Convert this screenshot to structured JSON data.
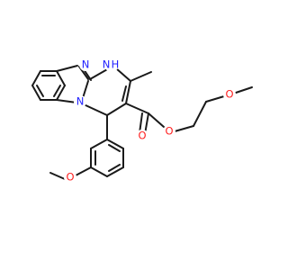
{
  "molecule": {
    "atoms": {
      "n_imidazole": {
        "text": "N",
        "color": "#2222ff"
      },
      "nh": {
        "text": "H",
        "color": "#2222ff"
      },
      "n_bridge": {
        "text": "N",
        "color": "#2222ff"
      },
      "o_aryl": {
        "text": "O",
        "color": "#ff2020"
      },
      "o_carbonyl": {
        "text": "O",
        "color": "#ff2020"
      },
      "o_ester": {
        "text": "O",
        "color": "#ff2020"
      },
      "o_ether": {
        "text": "O",
        "color": "#ff2020"
      }
    }
  }
}
